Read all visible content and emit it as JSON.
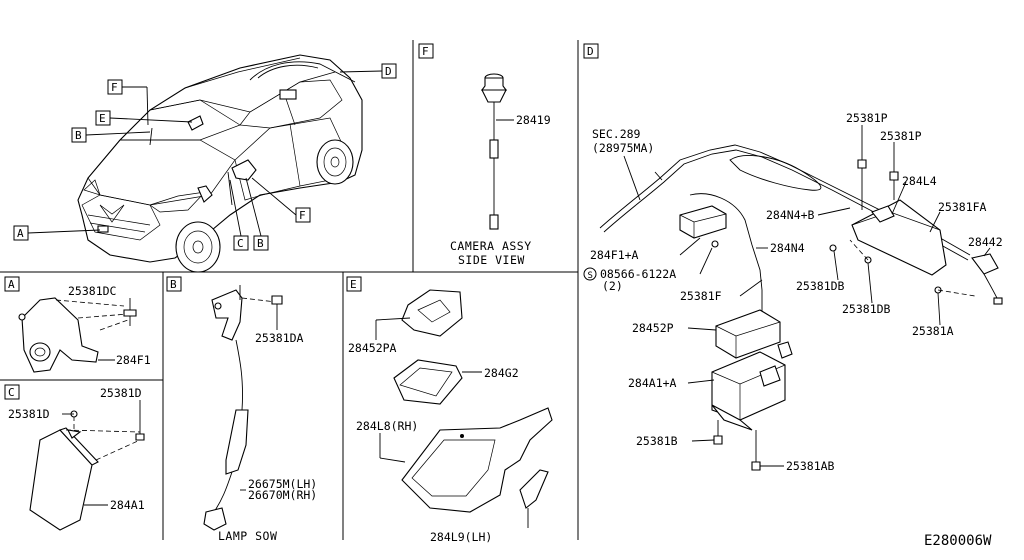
{
  "diagram_code": "E280006W",
  "section_labels": {
    "A": "A",
    "B": "B",
    "C": "C",
    "D": "D",
    "E": "E",
    "F": "F"
  },
  "car_callouts": {
    "F_top": "F",
    "E": "E",
    "B_left": "B",
    "A": "A",
    "D": "D",
    "C_bottom": "C",
    "B_bottom": "B",
    "F_bottom": "F"
  },
  "section_F": {
    "part": "28419",
    "caption_line1": "CAMERA ASSY",
    "caption_line2": "SIDE VIEW"
  },
  "section_A": {
    "parts": [
      "25381DC",
      "284F1"
    ]
  },
  "section_B": {
    "parts": [
      "25381DA",
      "26675M(LH)",
      "26670M(RH)"
    ],
    "caption": "LAMP SOW"
  },
  "section_C": {
    "parts": [
      "25381D",
      "25381D",
      "284A1"
    ]
  },
  "section_E": {
    "parts": [
      "28452PA",
      "284G2",
      "284L8(RH)",
      "284L9(LH)"
    ]
  },
  "section_D": {
    "sec_ref_line1": "SEC.289",
    "sec_ref_line2": "(28975MA)",
    "parts": {
      "p1": "25381P",
      "p2": "25381P",
      "p3": "284L4",
      "p4": "284N4+B",
      "p5": "25381FA",
      "p6": "28442",
      "p7": "284F1+A",
      "p8": "284N4",
      "p9": "08566-6122A",
      "p9_qty": "(2)",
      "p9_symbol": "S",
      "p10": "25381DB",
      "p11": "25381DB",
      "p12": "25381F",
      "p13": "25381A",
      "p14": "28452P",
      "p15": "284A1+A",
      "p16": "25381B",
      "p17": "25381AB"
    }
  }
}
